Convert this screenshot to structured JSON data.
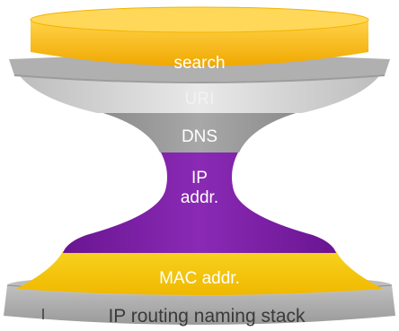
{
  "layers": {
    "search": "search",
    "uri": "URI",
    "dns": "DNS",
    "ip_line1": "IP",
    "ip_line2": "addr.",
    "mac": "MAC addr.",
    "base": "IP routing naming stack"
  },
  "colors": {
    "search": "#f5b800",
    "uri": "#d3d3d3",
    "dns": "#9a9a9a",
    "ip": "#7a1fa2",
    "mac": "#f3c200",
    "base": "#a9a9a9"
  }
}
